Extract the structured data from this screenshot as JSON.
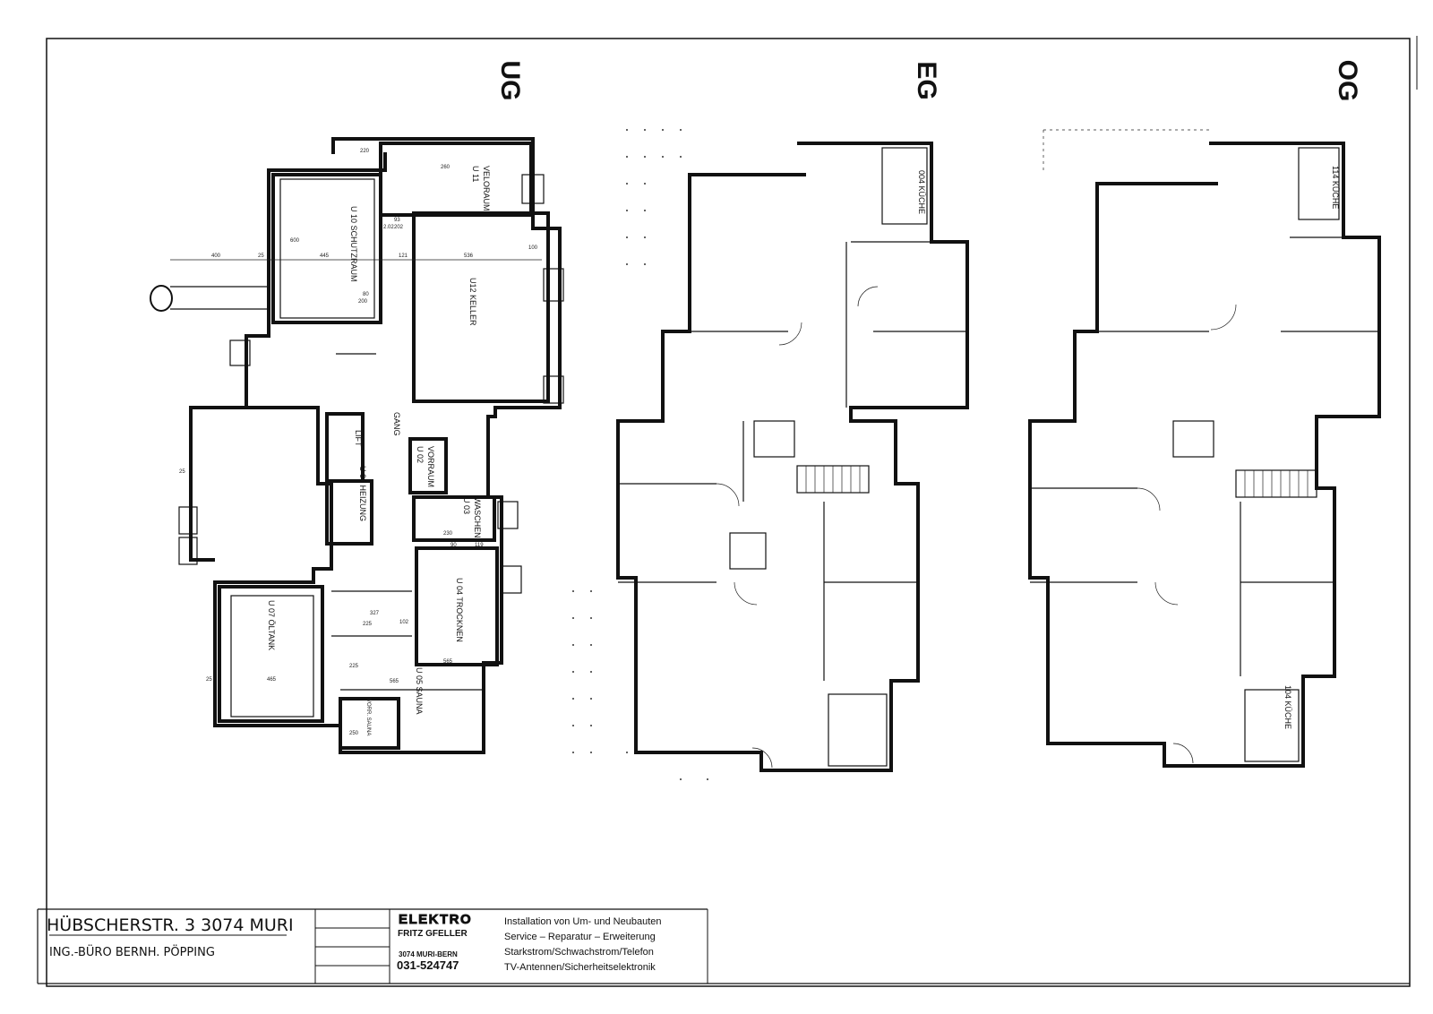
{
  "floors": {
    "ug": "UG",
    "eg": "EG",
    "og": "OG"
  },
  "ug_rooms": {
    "veloraum": "VELORAUM",
    "veloraum_code": "U 11",
    "schutzraum": "U 10 SCHUTZRAUM",
    "keller": "U12 KELLER",
    "lift": "LIFT",
    "gang": "GANG",
    "heizung": "U 06 HEIZUNG",
    "vorraum": "VORRAUM",
    "vorraum_code": "U 02",
    "waschen": "WASCHEN",
    "waschen_code": "U 03",
    "trocknen": "U 04 TROCKNEN",
    "oltank": "U 07 ÖLTANK",
    "sauna": "U 05 SAUNA",
    "vorraum_sauna": "VORR. SAUNA"
  },
  "ug_dims": [
    "220",
    "260",
    "93",
    "202",
    "2.02",
    "445",
    "121",
    "536",
    "100",
    "400",
    "25",
    "600",
    "80",
    "200",
    "327",
    "225",
    "102",
    "90",
    "119",
    "230",
    "565",
    "465",
    "25",
    "25",
    "225",
    "565",
    "250"
  ],
  "eg_rooms": {
    "kueche": "004 KÜCHE"
  },
  "og_rooms": {
    "kueche_top": "114 KÜCHE",
    "kueche_bottom": "104 KÜCHE"
  },
  "title_block": {
    "address": "HÜBSCHERSTR. 3   3074 MURI",
    "engineer": "ING.-BÜRO BERNH. PÖPPING",
    "logo_text": "ELEKTRO",
    "company": "FRITZ GFELLER",
    "company_city": "3074 MURI-BERN",
    "phone": "031-524747",
    "services": [
      "Installation von Um- und Neubauten",
      "Service – Reparatur – Erweiterung",
      "Starkstrom/Schwachstrom/Telefon",
      "TV-Antennen/Sicherheitselektronik"
    ]
  }
}
